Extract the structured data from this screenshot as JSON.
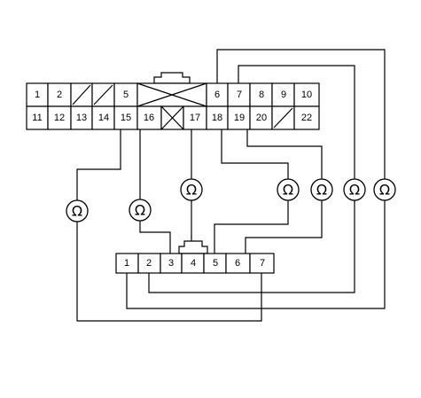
{
  "connector_a": {
    "row1": [
      "1",
      "2",
      "",
      "",
      "5",
      "",
      "",
      "6",
      "7",
      "8",
      "9",
      "10"
    ],
    "row2": [
      "11",
      "12",
      "13",
      "14",
      "15",
      "16",
      "",
      "17",
      "18",
      "19",
      "20",
      "",
      "22"
    ]
  },
  "connector_b": {
    "pins": [
      "1",
      "2",
      "3",
      "4",
      "5",
      "6",
      "7"
    ]
  },
  "meter_symbol": "Ω"
}
